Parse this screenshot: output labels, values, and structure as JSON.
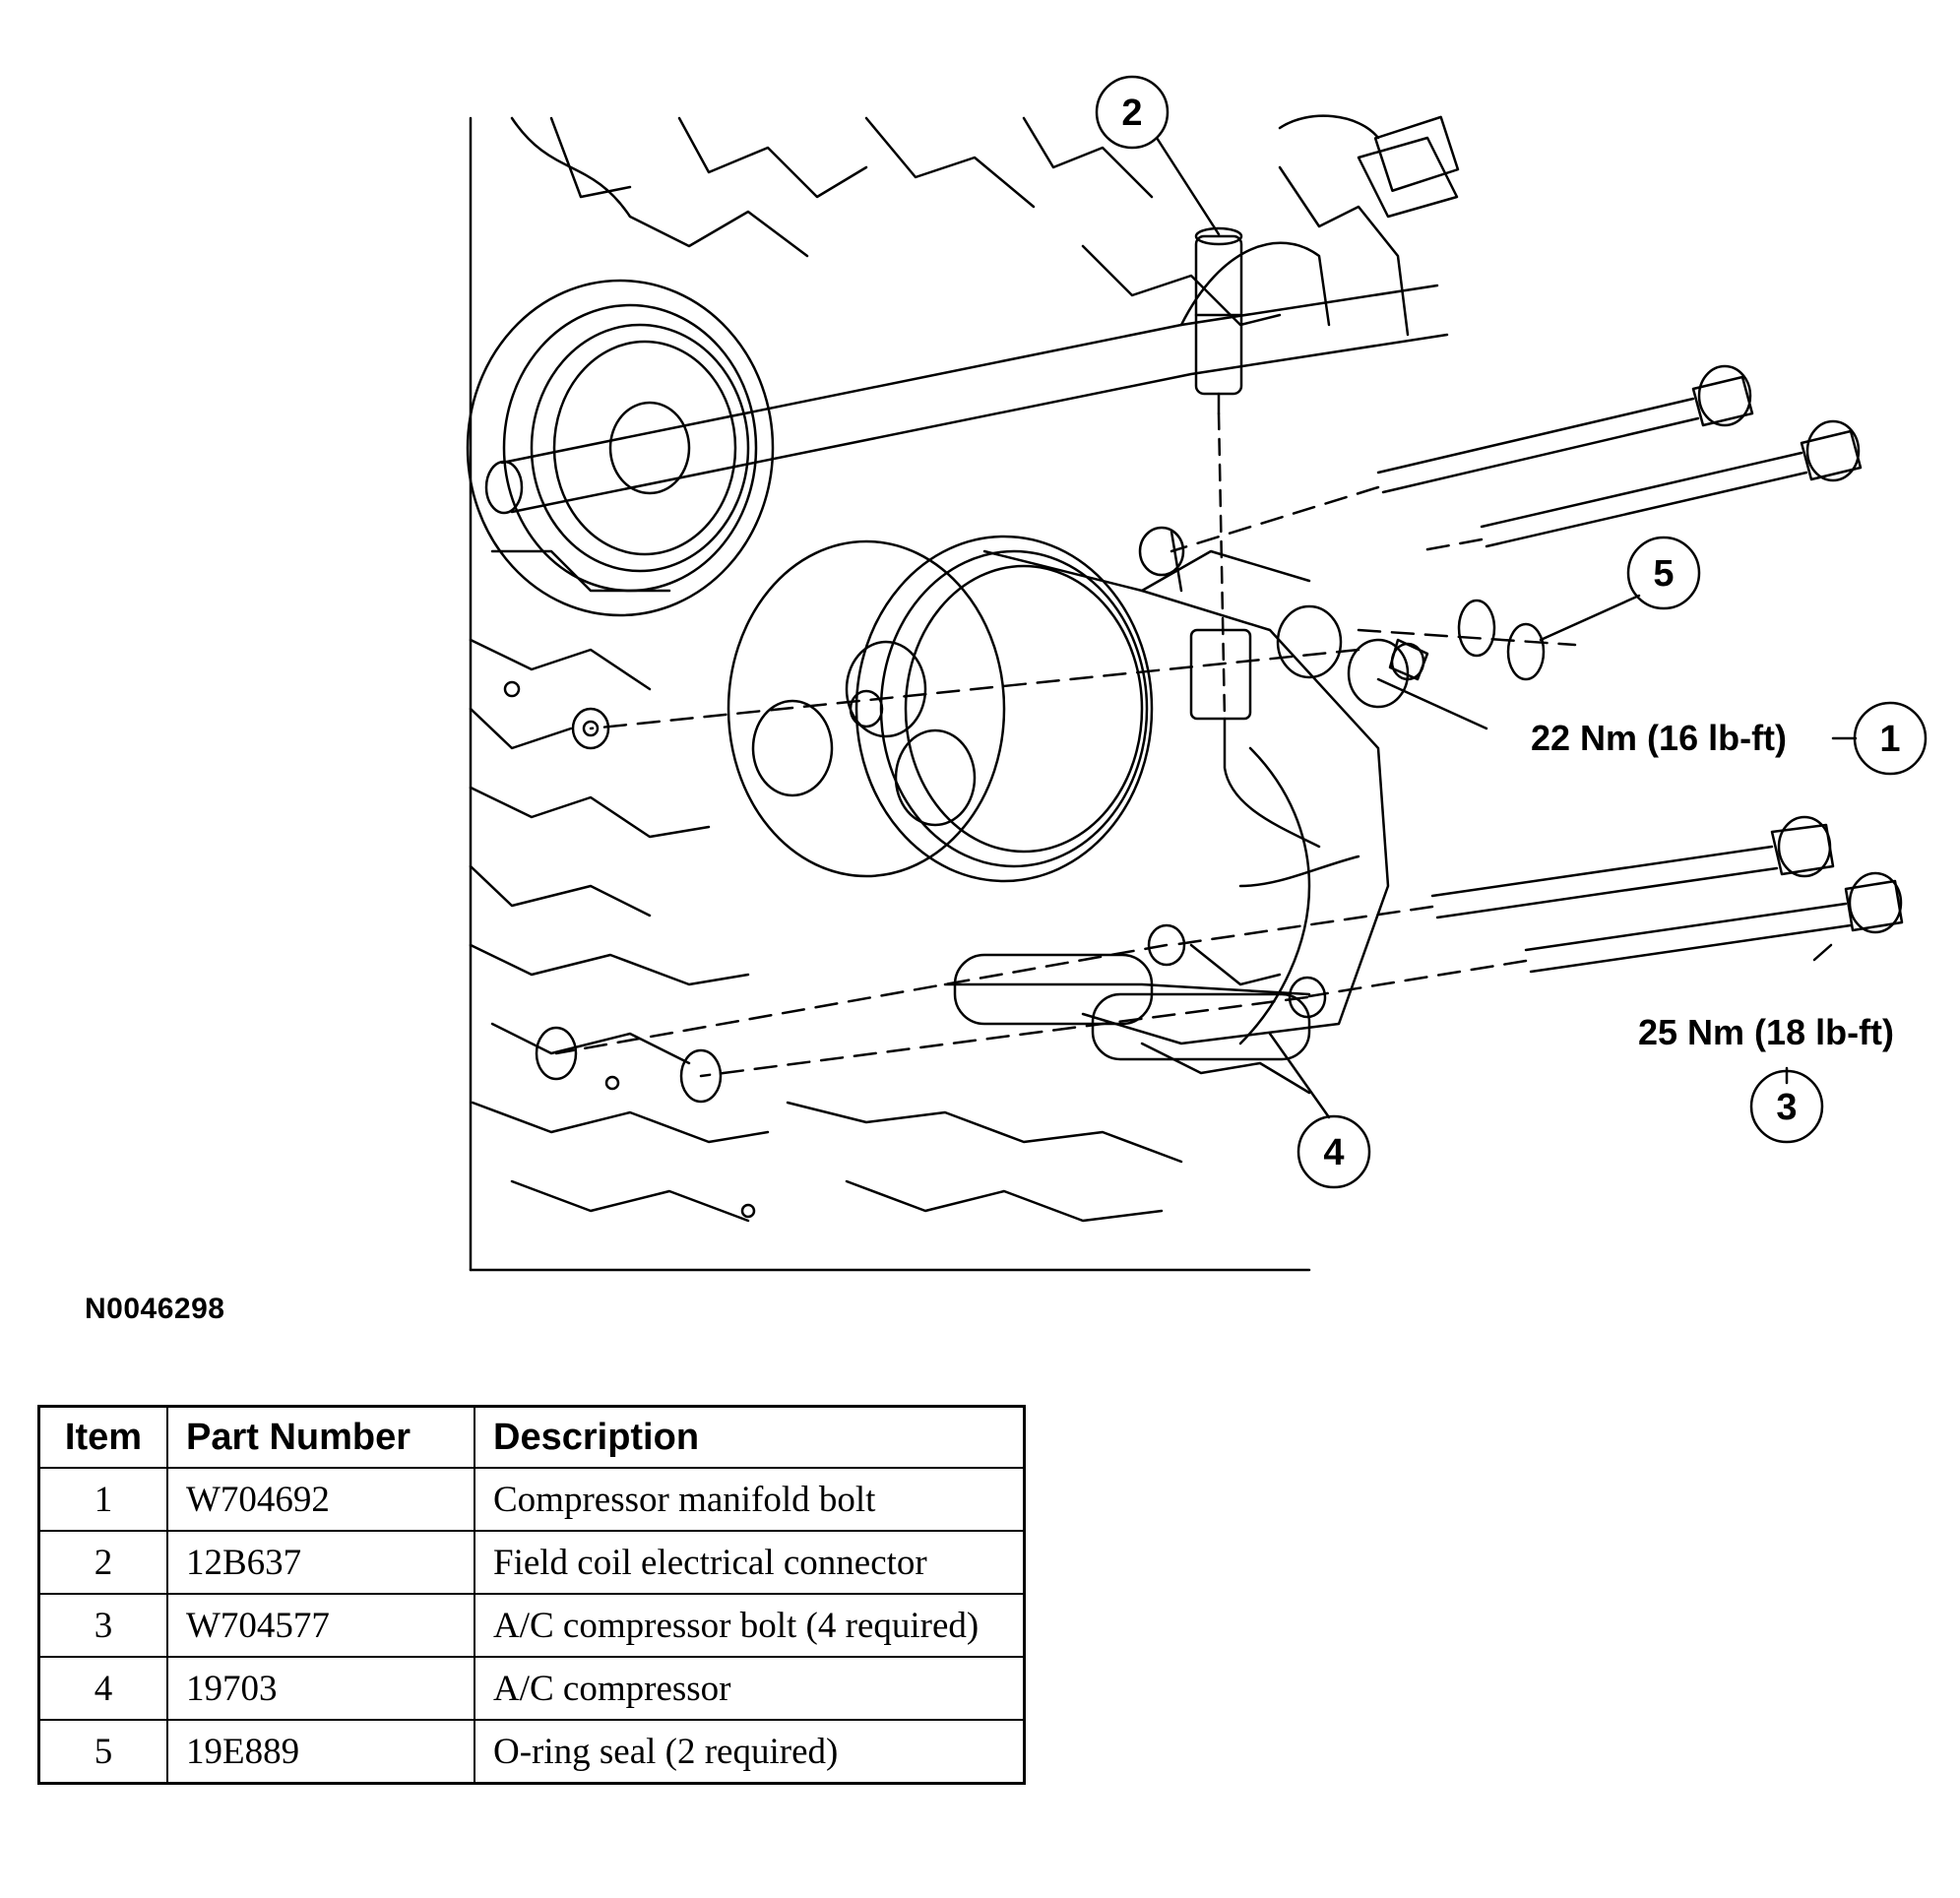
{
  "figure_id": "N0046298",
  "callouts": {
    "c1": "1",
    "c2": "2",
    "c3": "3",
    "c4": "4",
    "c5": "5"
  },
  "torque": {
    "manifold_bolt": "22 Nm (16 lb-ft)",
    "compressor_bolt": "25 Nm (18 lb-ft)"
  },
  "table": {
    "headers": {
      "item": "Item",
      "part_number": "Part Number",
      "description": "Description"
    },
    "rows": [
      {
        "item": "1",
        "part_number": "W704692",
        "description": "Compressor manifold bolt"
      },
      {
        "item": "2",
        "part_number": "12B637",
        "description": "Field coil electrical connector"
      },
      {
        "item": "3",
        "part_number": "W704577",
        "description": "A/C compressor bolt (4 required)"
      },
      {
        "item": "4",
        "part_number": "19703",
        "description": "A/C compressor"
      },
      {
        "item": "5",
        "part_number": "19E889",
        "description": "O-ring seal (2 required)"
      }
    ]
  }
}
